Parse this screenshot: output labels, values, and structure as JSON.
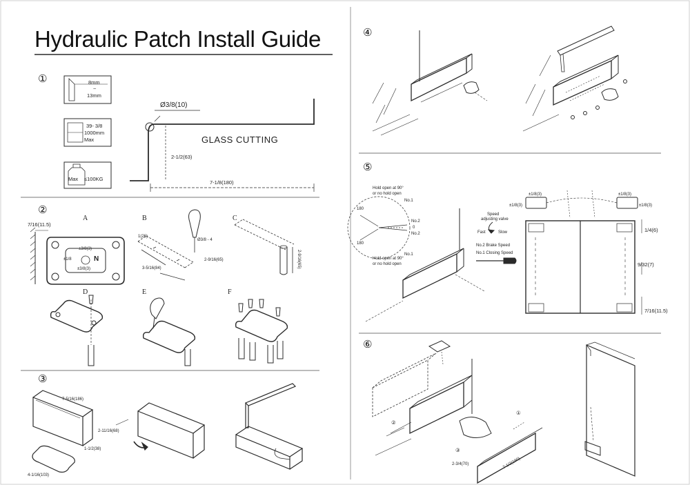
{
  "title": "Hydraulic Patch Install Guide",
  "steps": [
    "①",
    "②",
    "③",
    "④",
    "⑤",
    "⑥"
  ],
  "step1": {
    "glass_thickness_top": "8mm",
    "glass_thickness_sep": "~",
    "glass_thickness_bottom": "13mm",
    "width_line1": "39- 3/8",
    "width_line2": "1000mm",
    "width_line3": "Max",
    "weight_max": "Max",
    "weight_value": "≤100KG",
    "hole_diameter": "Ø3/8(10)",
    "glass_cutting": "GLASS CUTTING",
    "cut_height": "2-1/2(63)",
    "cut_width": "7-1/8(180)"
  },
  "step2": {
    "labels": [
      "A",
      "B",
      "C",
      "D",
      "E",
      "F"
    ],
    "wall_offset": "7/16(11.5)",
    "plate_dim_top": "±3/8(3)",
    "plate_dim_left": "±1/8",
    "plate_dim_bottom": "±3/8(3)",
    "plate_letter": "N",
    "b_dim_1": "1(26)",
    "b_dim_2": "3-5/16(84)",
    "b_dim_3": "2-9/16(65)",
    "b_drill": "Ø3/8 - 4",
    "c_depth": "2-9/16(65)"
  },
  "step3": {
    "dim_length": "7-5/16(186)",
    "dim_height": "2-11/16(68)",
    "dim_depth": "1-1/2(38)",
    "dim_base": "4-1/16(103)"
  },
  "step5": {
    "hold_open_top": "Hold open at 90°",
    "hold_open_top_sub": "or no hold open",
    "hold_open_bottom": "Hold open at 90°",
    "hold_open_bottom_sub": "or no hold open",
    "angle_180_top": "180",
    "angle_180_bottom": "180",
    "no1_top": "No.1",
    "no2_top": "No.2",
    "no2_bottom": "No.2",
    "no1_bottom": "No.1",
    "zero": "0",
    "speed_valve_1": "Speed",
    "speed_valve_2": "adjusting valve",
    "fast": "Fast",
    "slow": "Slow",
    "brake_speed": "No.2 Brake Speed",
    "closing_speed": "No.1 Closing Speed",
    "top_left_a": "±1/8(3)",
    "top_left_b": "±1/8(3)",
    "top_right_a": "±1/8(3)",
    "top_right_b": "±1/8(3)",
    "side_1": "1/4(6)",
    "side_2": "9/32(7)",
    "side_3": "7/16(11.5)"
  },
  "step6": {
    "step_a": "②",
    "step_b": "③",
    "step_c": "①",
    "dim_height": "2-3/4(70)",
    "dim_length": "7-1/2(190)"
  }
}
